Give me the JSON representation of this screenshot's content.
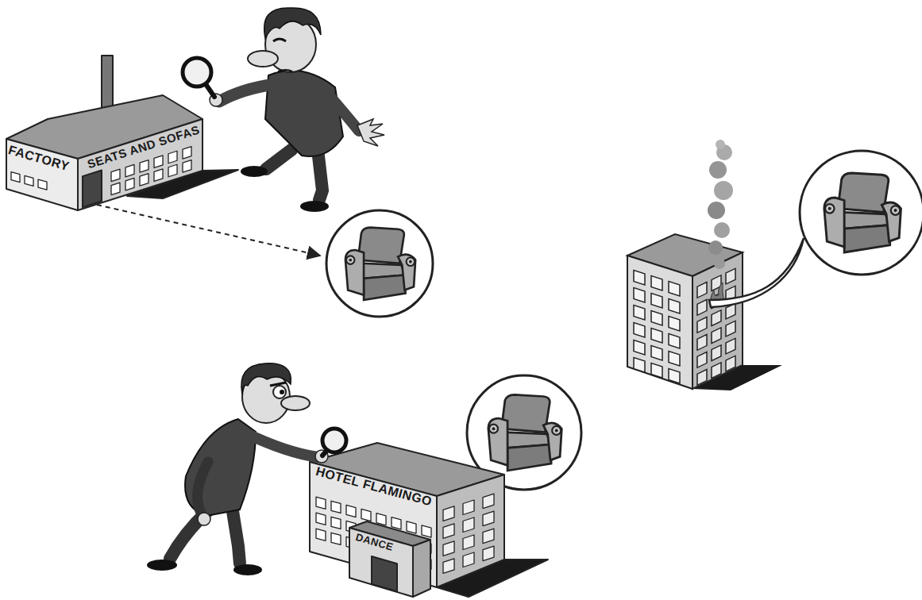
{
  "diagram": {
    "nodes": [
      {
        "text": [
          "FACTORY",
          "SEATS AND SOFAS"
        ]
      },
      {
        "text": [
          "HOTEL FLAMINGO"
        ]
      },
      {
        "text": [
          "DANCE"
        ],
        "in": 1
      }
    ]
  }
}
